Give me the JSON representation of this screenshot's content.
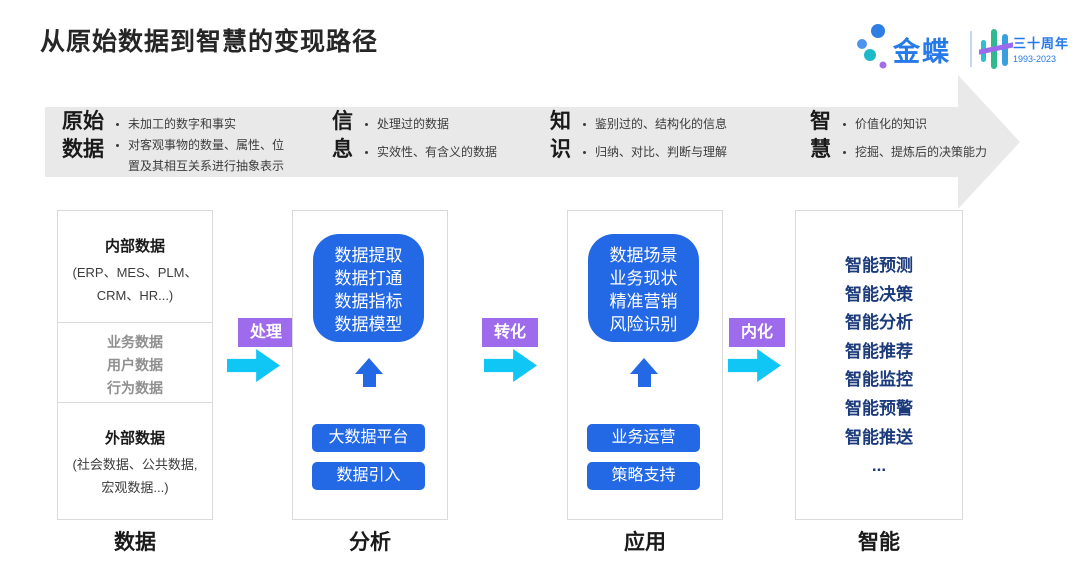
{
  "title": "从原始数据到智慧的变现路径",
  "logo": {
    "brand": "金蝶",
    "anniversary": "三十周年",
    "years": "1993-2023"
  },
  "banner": {
    "stages": [
      {
        "label_lines": [
          "原始",
          "数据"
        ],
        "bullets": [
          "未加工的数字和事实",
          "对客观事物的数量、属性、位置及其相互关系进行抽象表示"
        ]
      },
      {
        "label_lines": [
          "信",
          "息"
        ],
        "bullets": [
          "处理过的数据",
          "实效性、有含义的数据"
        ]
      },
      {
        "label_lines": [
          "知",
          "识"
        ],
        "bullets": [
          "鉴别过的、结构化的信息",
          "归纳、对比、判断与理解"
        ]
      },
      {
        "label_lines": [
          "智",
          "慧"
        ],
        "bullets": [
          "价值化的知识",
          "挖掘、提炼后的决策能力"
        ]
      }
    ]
  },
  "connectors": [
    {
      "label": "处理"
    },
    {
      "label": "转化"
    },
    {
      "label": "内化"
    }
  ],
  "columns": {
    "data": {
      "footer": "数据",
      "internal_heading": "内部数据",
      "internal_line1": "(ERP、MES、PLM、",
      "internal_line2": "CRM、HR...)",
      "middle_items": [
        "业务数据",
        "用户数据",
        "行为数据"
      ],
      "external_heading": "外部数据",
      "external_line1": "(社会数据、公共数据,",
      "external_line2": "宏观数据...)"
    },
    "analysis": {
      "footer": "分析",
      "panel_lines": [
        "数据提取",
        "数据打通",
        "数据指标",
        "数据模型"
      ],
      "buttons": [
        "大数据平台",
        "数据引入"
      ]
    },
    "application": {
      "footer": "应用",
      "panel_lines": [
        "数据场景",
        "业务现状",
        "精准营销",
        "风险识别"
      ],
      "buttons": [
        "业务运营",
        "策略支持"
      ]
    },
    "intelligence": {
      "footer": "智能",
      "items": [
        "智能预测",
        "智能决策",
        "智能分析",
        "智能推荐",
        "智能监控",
        "智能预警",
        "智能推送",
        "..."
      ]
    }
  },
  "colors": {
    "accent_blue": "#2368E4",
    "navy_text": "#1C3B7C",
    "purple": "#9D6BEC",
    "cyan": "#10C6F5",
    "banner_gray": "#E9E9E9",
    "border_gray": "#DADADA",
    "brand_blue": "#2679E8"
  }
}
